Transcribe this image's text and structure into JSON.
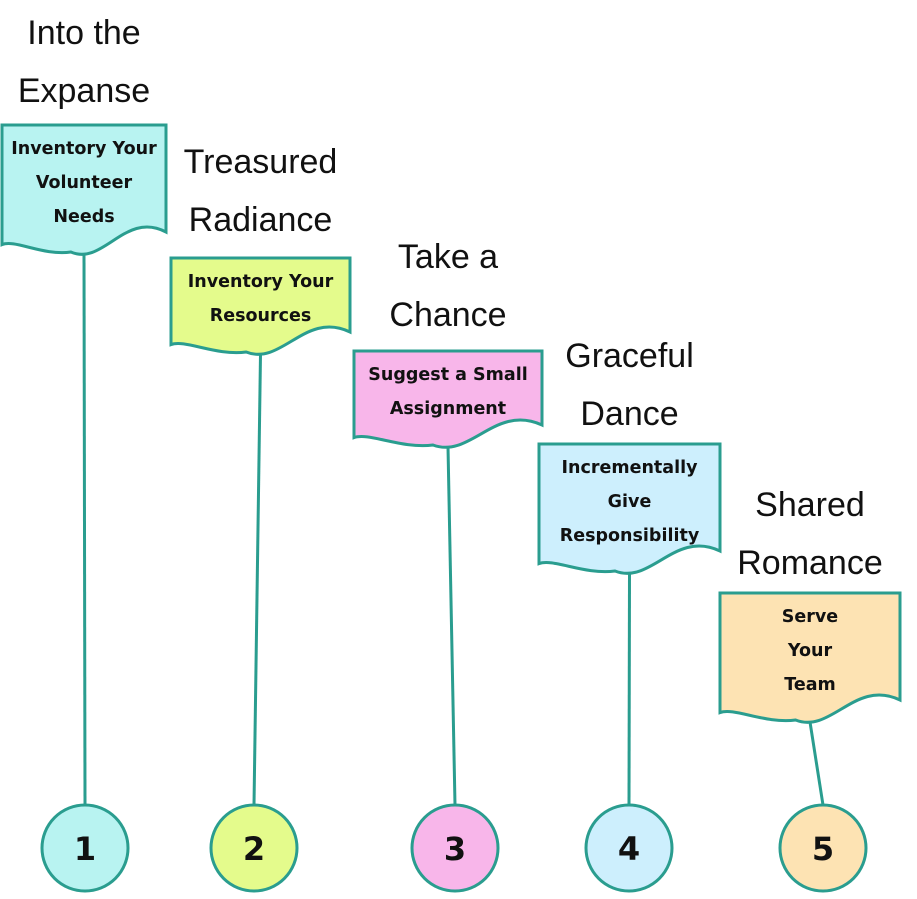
{
  "colors": {
    "stroke": "#2a9d8f",
    "text": "#111111"
  },
  "steps": [
    {
      "number": "1",
      "heading": [
        "Into the",
        "Expanse"
      ],
      "box_lines": [
        "Inventory Your",
        "Volunteer",
        "Needs"
      ],
      "fill": "#b8f3f1"
    },
    {
      "number": "2",
      "heading": [
        "Treasured",
        "Radiance"
      ],
      "box_lines": [
        "Inventory Your",
        "Resources"
      ],
      "fill": "#e4fb8c"
    },
    {
      "number": "3",
      "heading": [
        "Take a",
        "Chance"
      ],
      "box_lines": [
        "Suggest a Small",
        "Assignment"
      ],
      "fill": "#f8b6ea"
    },
    {
      "number": "4",
      "heading": [
        "Graceful",
        "Dance"
      ],
      "box_lines": [
        "Incrementally",
        "Give",
        "Responsibility"
      ],
      "fill": "#cdeffd"
    },
    {
      "number": "5",
      "heading": [
        "Shared",
        "Romance"
      ],
      "box_lines": [
        "Serve",
        "Your",
        "Team"
      ],
      "fill": "#fde3b3"
    }
  ]
}
